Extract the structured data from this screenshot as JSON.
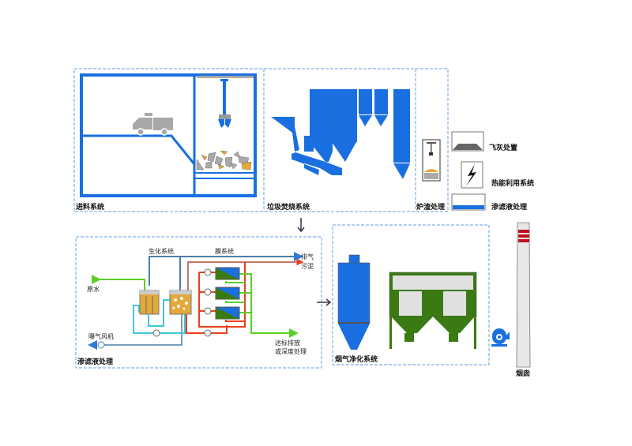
{
  "sections": {
    "feeding": "进料系统",
    "incineration": "垃圾焚烧系统",
    "slag": "炉渣处理",
    "leachate": "渗滤液处理",
    "flue_gas": "烟气净化系统",
    "chimney": "烟囱"
  },
  "legend": [
    {
      "label": "飞灰处置",
      "icon": "fly-ash-icon"
    },
    {
      "label": "热能利用系统",
      "icon": "lightning-icon"
    },
    {
      "label": "渗滤液处理",
      "icon": "leachate-tank-icon"
    }
  ],
  "leachate_diagram": {
    "bio_system": "生化系统",
    "membrane_system": "膜系统",
    "raw_water": "原水",
    "aeration_fan": "曝气风机",
    "exhaust": "排气",
    "sludge": "污泥",
    "discharge_line1": "达标排放",
    "discharge_line2": "或深度处理"
  },
  "colors": {
    "blue": "#1a6fe0",
    "dashed_border": "#7fb0ea",
    "green_pipe": "#5ccf2a",
    "red_pipe": "#e8401c",
    "cyan_pipe": "#3ec8dc",
    "steel_pipe": "#4a7fa8",
    "filter_green": "#3a7a12",
    "sludge_yellow": "#e3a93a",
    "chimney_red": "#c0121a"
  }
}
